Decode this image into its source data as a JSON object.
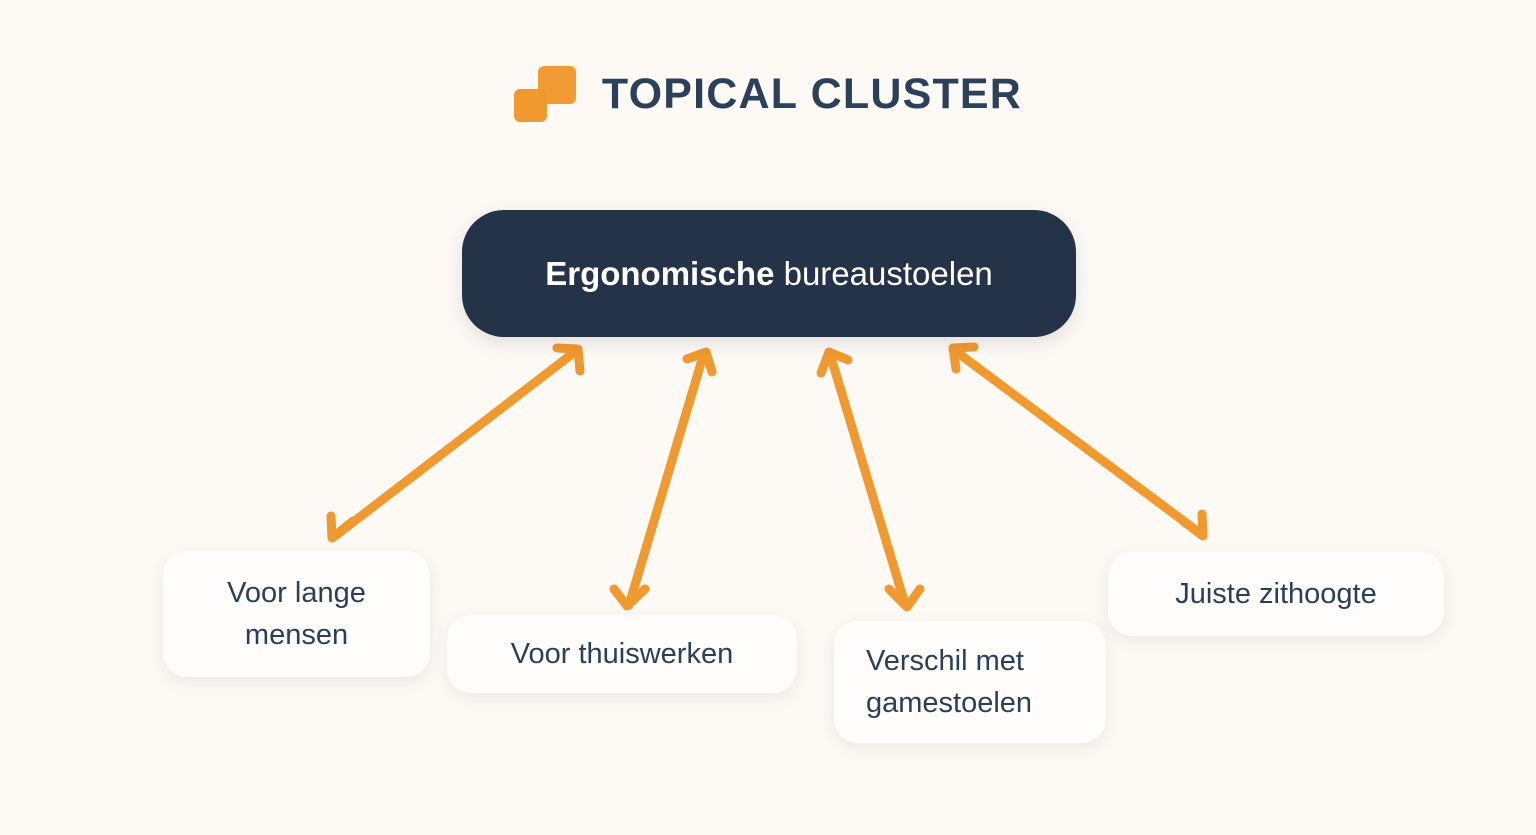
{
  "background_color": "#fdf9f5",
  "accent_color": "#f0992e",
  "navy_color": "#243348",
  "header": {
    "title": "TOPICAL CLUSTER",
    "logo": {
      "icon_name": "two-squares-logo-icon",
      "color": "#f0992e"
    }
  },
  "diagram": {
    "type": "topical-cluster-mindmap",
    "root": {
      "label_bold": "Ergonomische",
      "label_regular": " bureaustoelen",
      "text_color": "#ffffff",
      "background_color": "#243348"
    },
    "children": [
      {
        "id": "lange",
        "label": "Voor lange mensen",
        "align": "center"
      },
      {
        "id": "thuis",
        "label": "Voor thuiswerken",
        "align": "center"
      },
      {
        "id": "verschil",
        "label": "Verschil met gamestoelen",
        "align": "left"
      },
      {
        "id": "zithoogte",
        "label": "Juiste zithoogte",
        "align": "center"
      }
    ],
    "connectors": [
      {
        "id": "connector-lange",
        "style": "double-headed-arrow",
        "color": "#f0992e"
      },
      {
        "id": "connector-thuis",
        "style": "double-headed-arrow",
        "color": "#f0992e"
      },
      {
        "id": "connector-verschil",
        "style": "double-headed-arrow",
        "color": "#f0992e"
      },
      {
        "id": "connector-zithoogte",
        "style": "double-headed-arrow",
        "color": "#f0992e"
      }
    ]
  }
}
